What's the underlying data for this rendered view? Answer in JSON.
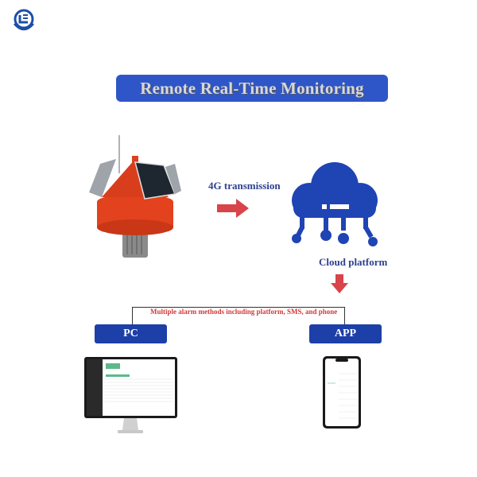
{
  "logo": {
    "icon": "company-logo-icon"
  },
  "title": "Remote Real-Time Monitoring",
  "device": {
    "icon": "solar-buoy-icon"
  },
  "transmission": {
    "label": "4G transmission",
    "icon": "arrow-right-icon"
  },
  "cloud": {
    "label": "Cloud platform",
    "icon": "cloud-network-icon",
    "arrow_icon": "arrow-down-icon"
  },
  "alarm": {
    "label": "Multiple alarm methods including platform, SMS, and phone"
  },
  "outputs": {
    "pc": {
      "label": "PC",
      "icon": "desktop-monitor-icon"
    },
    "app": {
      "label": "APP",
      "icon": "smartphone-icon"
    }
  },
  "colors": {
    "banner": "#2e56c8",
    "button": "#1d3fa8",
    "arrow": "#d9434a",
    "cloud": "#1f44b4",
    "alarm_text": "#d23a3a"
  }
}
